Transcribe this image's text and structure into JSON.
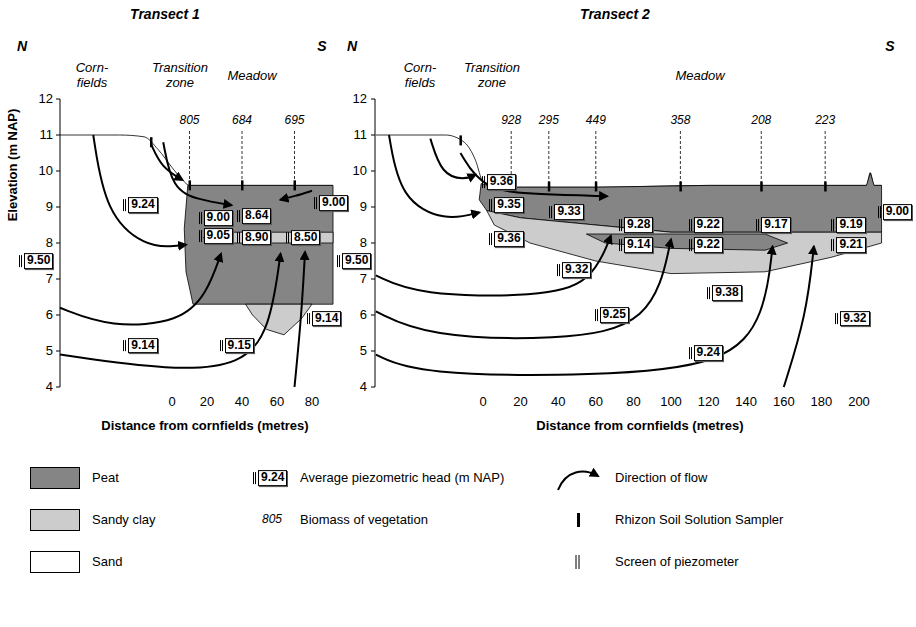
{
  "diagram": {
    "nodes": [
      {
        "text": [
          "9.24"
        ]
      },
      {
        "text": [
          "9.00"
        ]
      },
      {
        "text": [
          "8.64"
        ]
      },
      {
        "text": [
          "9.00"
        ]
      },
      {
        "text": [
          "9.05"
        ]
      },
      {
        "text": [
          "8.90"
        ]
      },
      {
        "text": [
          "8.50"
        ]
      },
      {
        "text": [
          "9.50"
        ]
      },
      {
        "text": [
          "9.14"
        ]
      },
      {
        "text": [
          "9.15"
        ]
      },
      {
        "text": [
          "9.14"
        ]
      },
      {
        "text": [
          "9.36"
        ]
      },
      {
        "text": [
          "9.35"
        ]
      },
      {
        "text": [
          "9.33"
        ]
      },
      {
        "text": [
          "9.28"
        ]
      },
      {
        "text": [
          "9.22"
        ]
      },
      {
        "text": [
          "9.17"
        ]
      },
      {
        "text": [
          "9.19"
        ]
      },
      {
        "text": [
          "9.00"
        ]
      },
      {
        "text": [
          "9.36"
        ]
      },
      {
        "text": [
          "9.14"
        ]
      },
      {
        "text": [
          "9.22"
        ]
      },
      {
        "text": [
          "9.21"
        ]
      },
      {
        "text": [
          "9.32"
        ]
      },
      {
        "text": [
          "9.50"
        ]
      },
      {
        "text": [
          "9.25"
        ]
      },
      {
        "text": [
          "9.38"
        ]
      },
      {
        "text": [
          "9.24"
        ]
      },
      {
        "text": [
          "9.32"
        ]
      }
    ],
    "labels": [
      "Transect 1",
      "N",
      "S",
      "Corn- fields",
      "Transition zone",
      "Meadow",
      "805",
      "684",
      "695",
      "Elevation (m NAP)",
      "12",
      "11",
      "10",
      "9",
      "8",
      "7",
      "6",
      "5",
      "4",
      "0",
      "20",
      "40",
      "60",
      "80",
      "Distance from cornfields (metres)",
      "Transect 2",
      "N",
      "S",
      "Corn- fields",
      "Transition zone",
      "Meadow",
      "928",
      "295",
      "449",
      "358",
      "208",
      "223",
      "12",
      "11",
      "10",
      "9",
      "8",
      "7",
      "6",
      "5",
      "4",
      "0",
      "20",
      "40",
      "60",
      "80",
      "100",
      "120",
      "140",
      "160",
      "180",
      "200",
      "Distance from cornfields (metres)",
      "9.24",
      "805"
    ],
    "legend": [
      {
        "text": "Peat",
        "color": "#858585"
      },
      {
        "text": "Sandy clay",
        "color": "#cccccc"
      },
      {
        "text": "Sand",
        "color": "#ffffff"
      },
      {
        "text": "Average piezometric head (m NAP)"
      },
      {
        "text": "Biomass of vegetation"
      },
      {
        "text": "Direction of flow"
      },
      {
        "text": "Rhizon Soil Solution Sampler"
      },
      {
        "text": "Screen of piezometer"
      }
    ]
  }
}
